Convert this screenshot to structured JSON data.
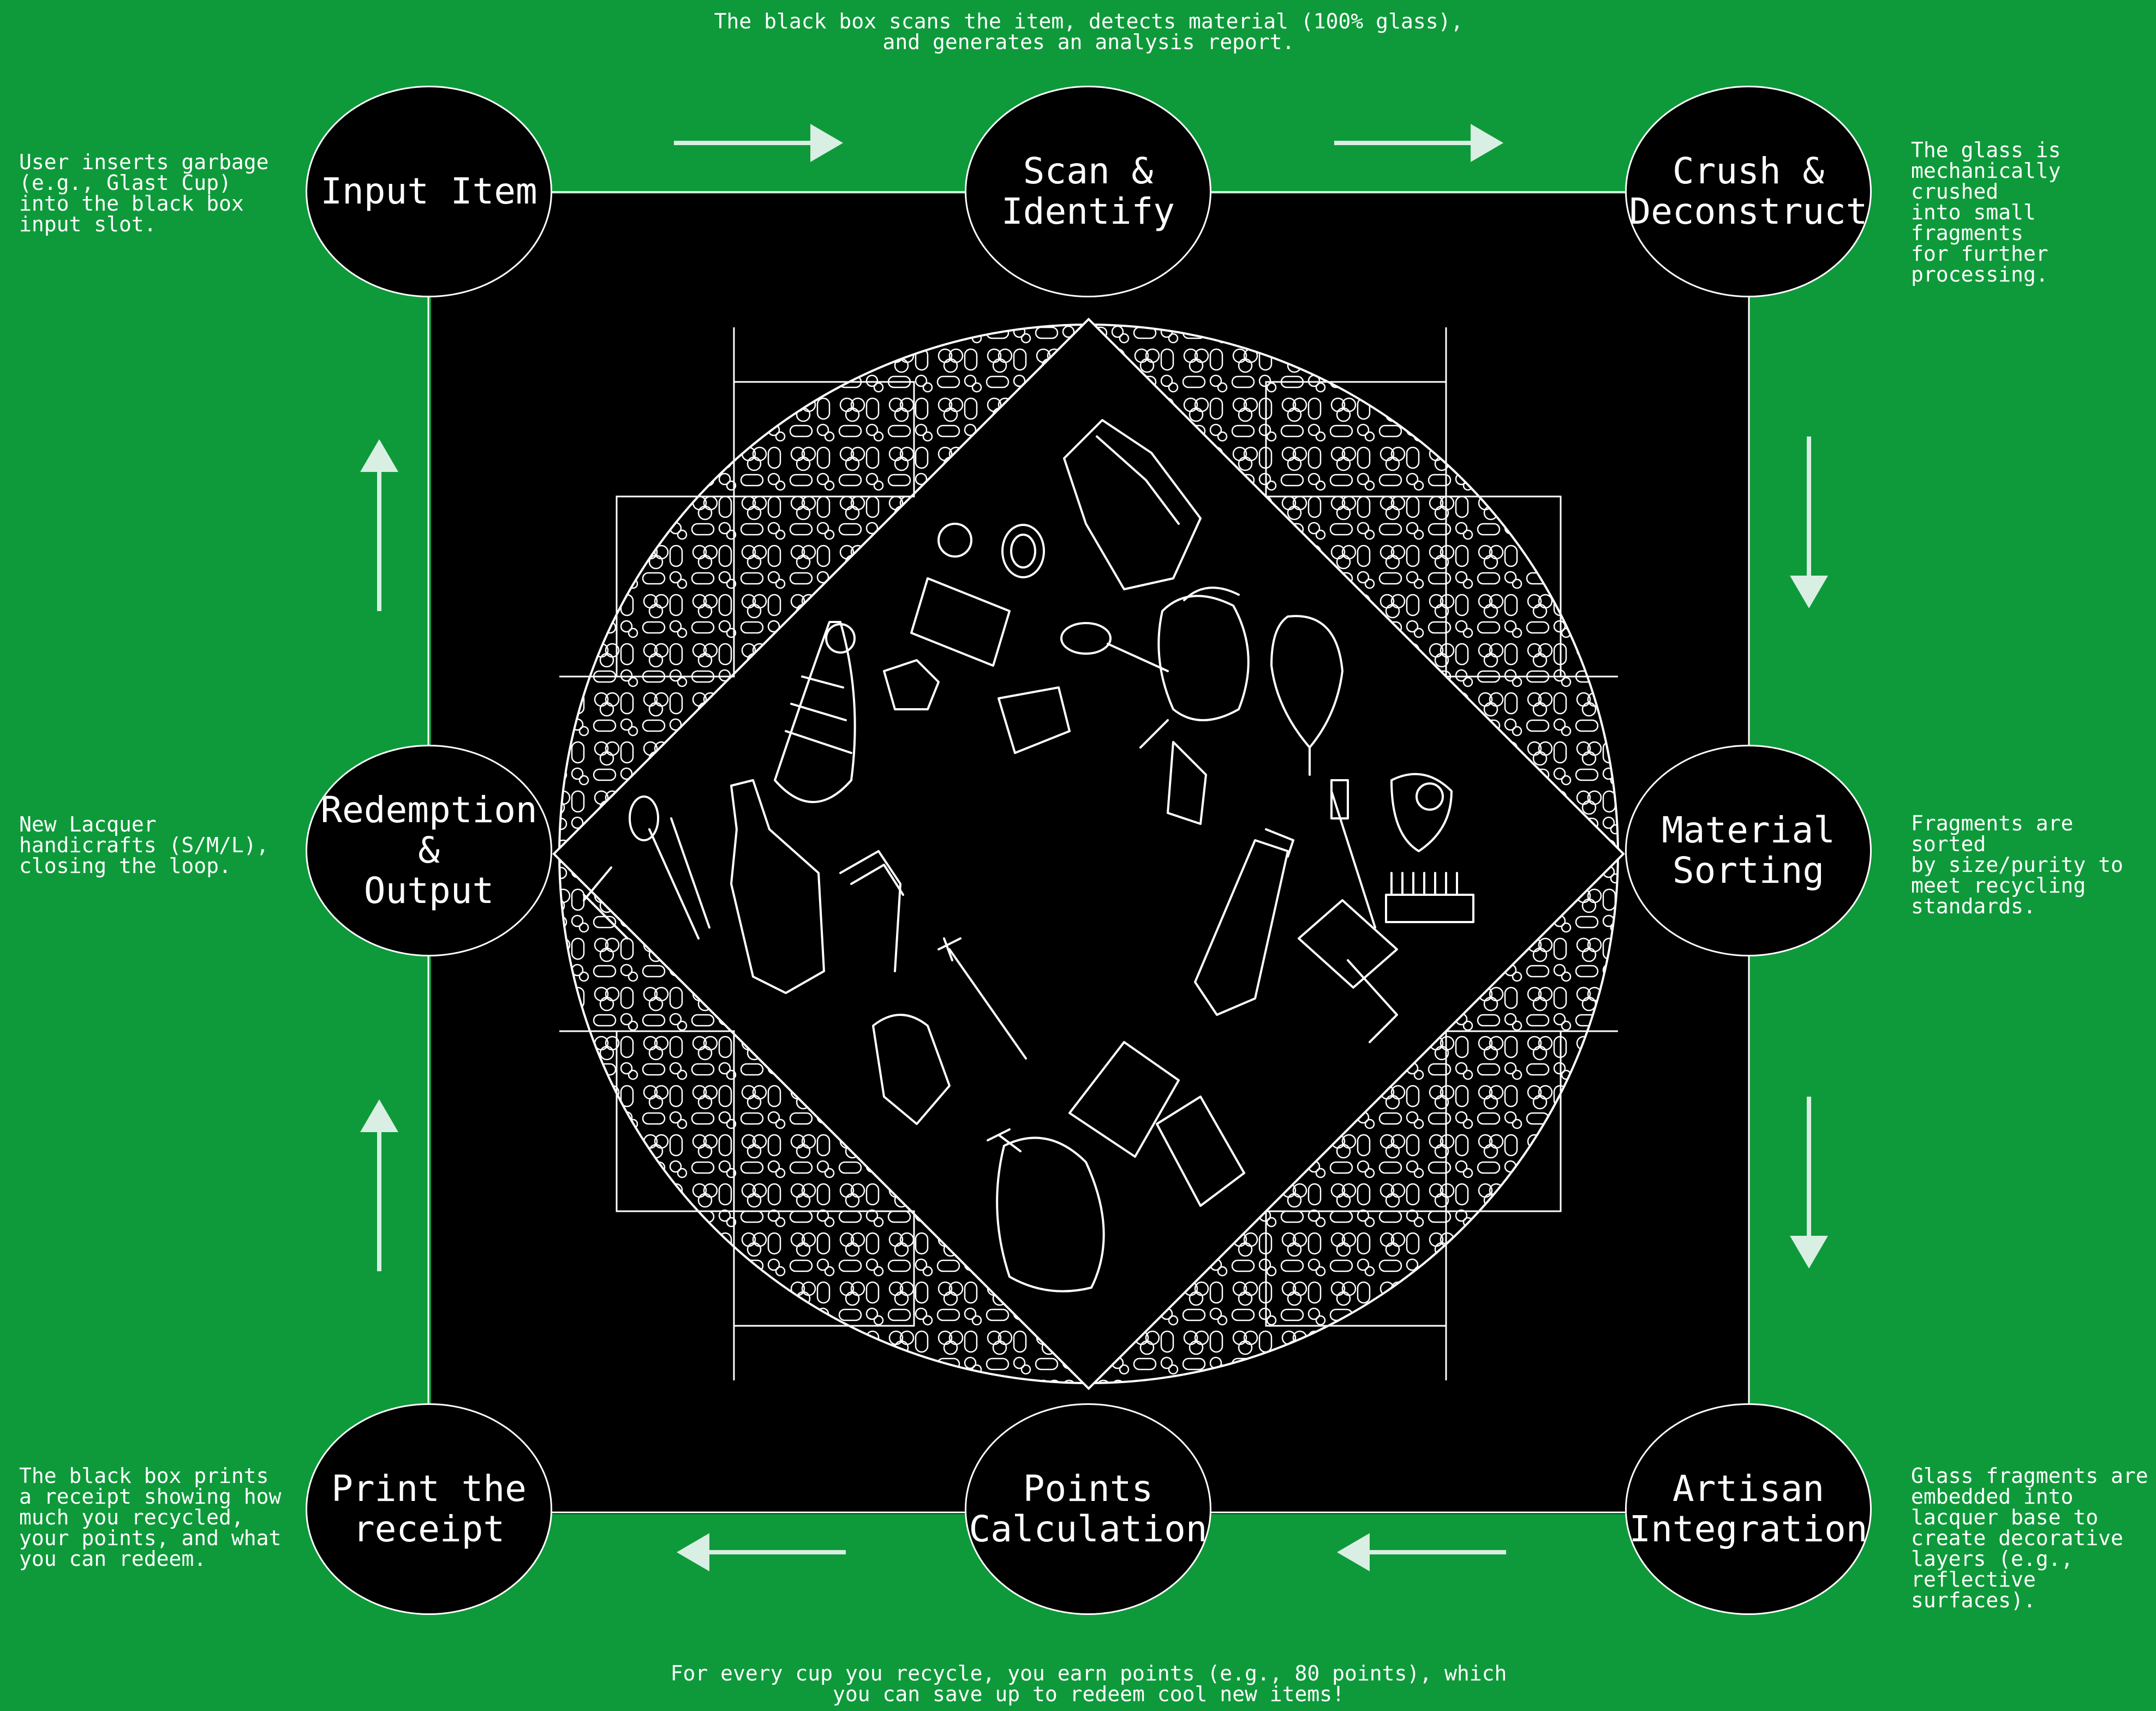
{
  "colors": {
    "background": "#0e9a3a",
    "panel": "#000000",
    "line": "#ffffff",
    "arrow": "#d9efe3"
  },
  "steps": [
    {
      "label": "Input Item"
    },
    {
      "label": "Scan &\nIdentify"
    },
    {
      "label": "Crush &\nDeconstruct"
    },
    {
      "label": "Material\nSorting"
    },
    {
      "label": "Artisan\nIntegration"
    },
    {
      "label": "Points\nCalculation"
    },
    {
      "label": "Print the\nreceipt"
    },
    {
      "label": "Redemption &\nOutput"
    }
  ],
  "notes": {
    "top": "The black box scans the item, detects material (100% glass),\nand generates an analysis report.",
    "input": "User inserts garbage\n(e.g., Glast Cup)\ninto the black box\ninput slot.",
    "crush": "The glass is\nmechanically crushed\ninto small fragments\nfor further\nprocessing.",
    "sorting": "Fragments are sorted\nby size/purity to\nmeet recycling\nstandards.",
    "artisan": "Glass fragments are\nembedded into\nlacquer base to\ncreate decorative\nlayers (e.g.,\nreflective\nsurfaces).",
    "redemption": "New Lacquer\nhandicrafts (S/M/L),\nclosing the loop.",
    "receipt": "The black box prints\na receipt showing how\nmuch you recycled,\nyour points, and what\nyou can redeem.",
    "bottom": "For every cup you recycle, you earn points (e.g., 80 points), which\nyou can save up to redeem cool new items!"
  },
  "icons": {
    "flow_arrows": "arrow-icon",
    "center_illustration": "garbage-items-illustration",
    "patterns": "blob-pattern"
  }
}
